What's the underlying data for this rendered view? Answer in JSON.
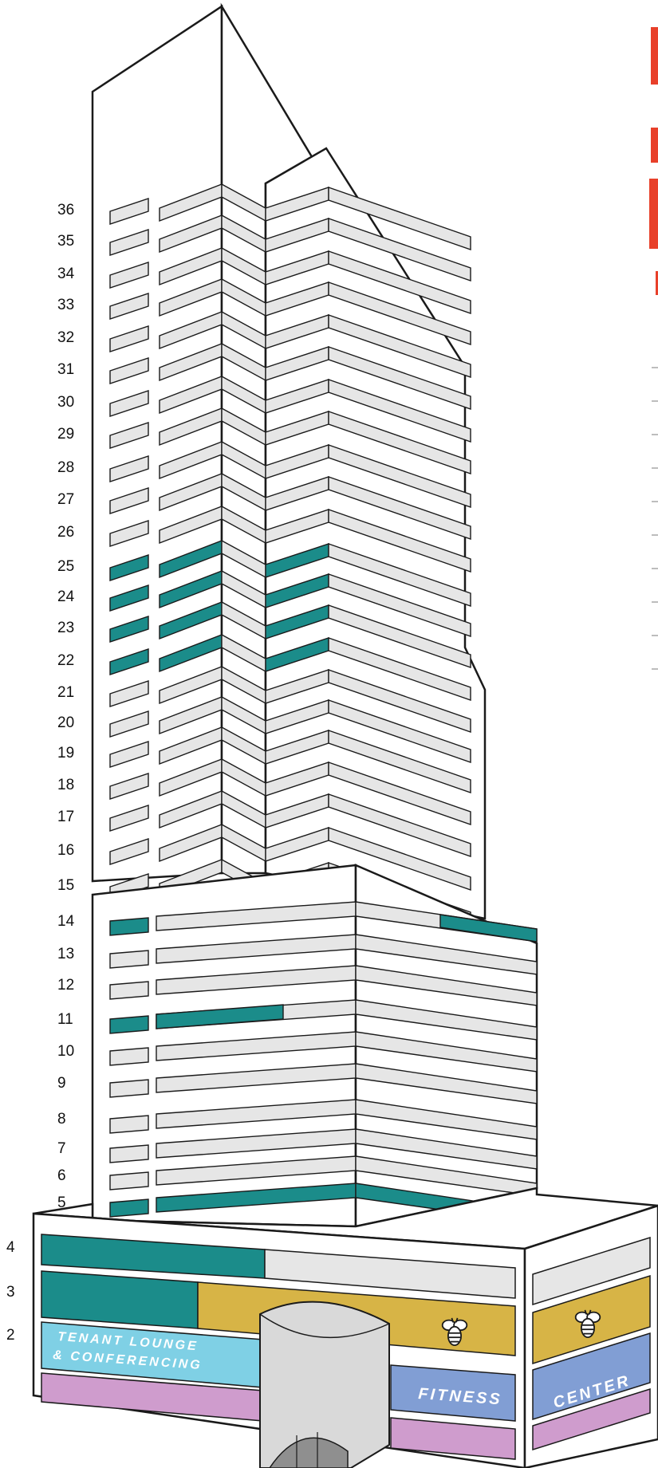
{
  "colors": {
    "outline": "#1a1a1a",
    "slab": "#e6e6e6",
    "teal": "#1b8c8a",
    "gold": "#d7b446",
    "sky": "#7fd0e5",
    "periwinkle": "#819ed4",
    "orchid": "#cf9ccd",
    "accent_red": "#e8402a"
  },
  "tower_floor_numbers": [
    "36",
    "35",
    "34",
    "33",
    "32",
    "31",
    "30",
    "29",
    "28",
    "27",
    "26",
    "25",
    "24",
    "23",
    "22",
    "21",
    "20",
    "19",
    "18",
    "17",
    "16",
    "15",
    "14",
    "13",
    "12",
    "11",
    "10",
    "9",
    "8",
    "7",
    "6",
    "5"
  ],
  "podium_floor_numbers": [
    "4",
    "3",
    "2"
  ],
  "highlighted_floors": [
    "25",
    "24",
    "23",
    "22",
    "14",
    "11",
    "5",
    "4",
    "3"
  ],
  "podium": {
    "lounge_label_line1": "TENANT LOUNGE",
    "lounge_label_line2": "& CONFERENCING",
    "fitness_label": "FITNESS",
    "center_label": "CENTER",
    "fitness_icon": "bee-icon"
  }
}
